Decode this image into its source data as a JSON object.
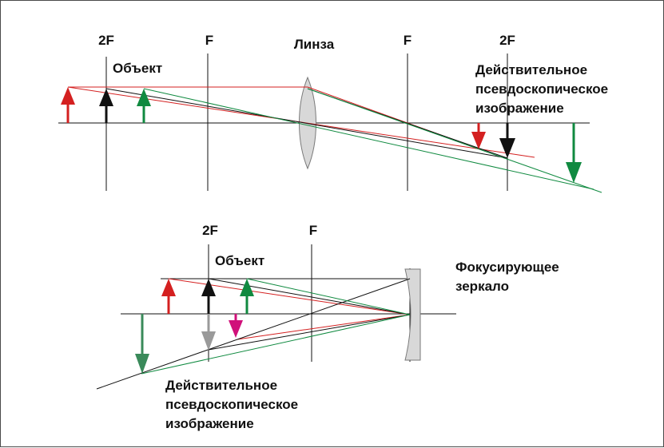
{
  "lens_diagram": {
    "label_2f_left": "2F",
    "label_f_left": "F",
    "label_lens": "Линза",
    "label_f_right": "F",
    "label_2f_right": "2F",
    "label_object": "Объект",
    "image_label": [
      "Действительное",
      "псевдоскопическое",
      "изображение"
    ]
  },
  "mirror_diagram": {
    "label_2f": "2F",
    "label_f": "F",
    "label_object": "Объект",
    "mirror_label": [
      "Фокусирующее",
      "зеркало"
    ],
    "image_label": [
      "Действительное",
      "псевдоскопическое",
      "изображение"
    ]
  },
  "colors": {
    "red": "#d42020",
    "black": "#111111",
    "green": "#108a40",
    "dark_green": "#3a8a5a",
    "gray": "#9a9a9a",
    "magenta": "#d0107a",
    "optic_fill": "#d8d8d8",
    "optic_stroke": "#7a7a7a"
  }
}
